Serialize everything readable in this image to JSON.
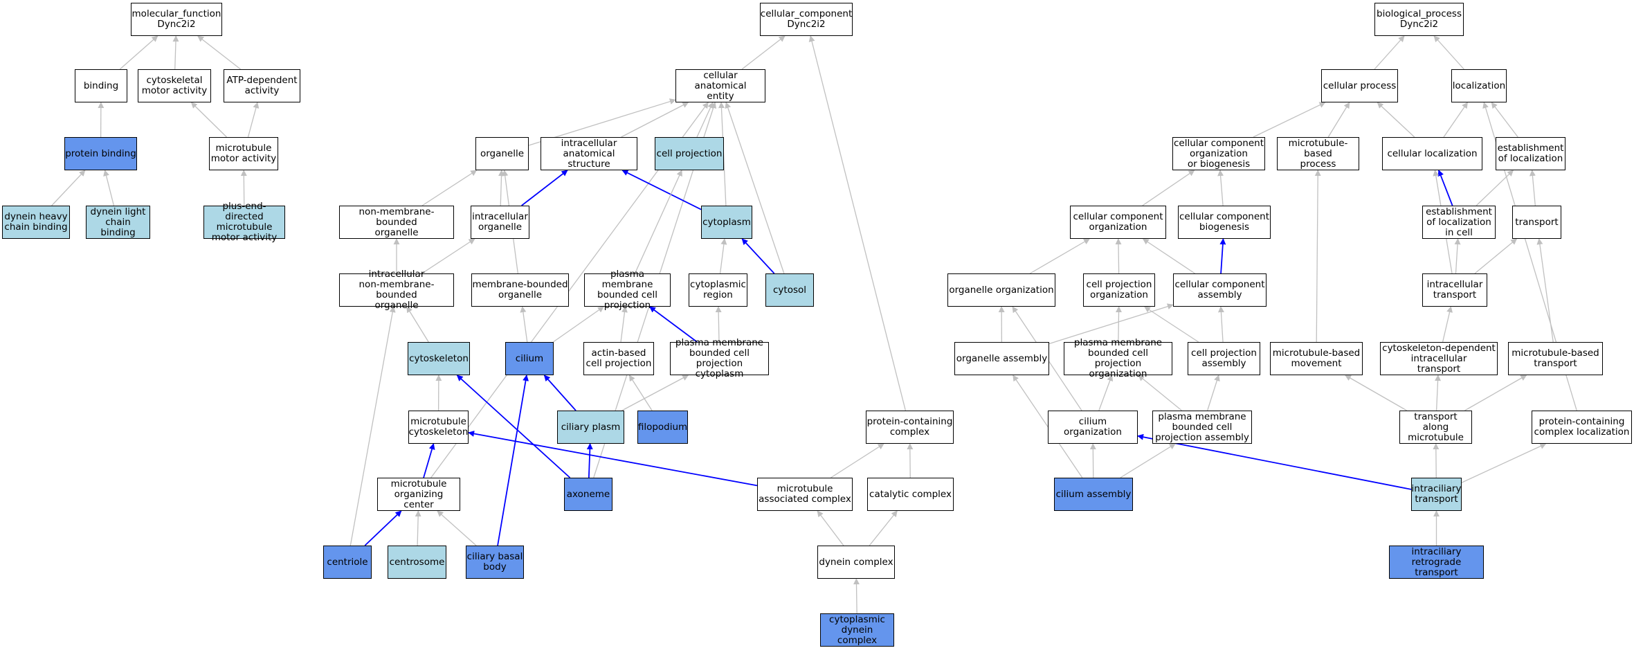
{
  "colors": {
    "plain_fill": "#ffffff",
    "light_fill": "#add8e6",
    "dark_fill": "#6495ed",
    "gray_edge": "#c0c0c0",
    "blue_edge": "#0000ff"
  },
  "nodes": [
    {
      "id": "mf_root",
      "label": "molecular_function\nDync2i2",
      "style": "plain"
    },
    {
      "id": "binding",
      "label": "binding",
      "style": "plain"
    },
    {
      "id": "cytoskeletal_motor",
      "label": "cytoskeletal\nmotor activity",
      "style": "plain"
    },
    {
      "id": "atp_dependent",
      "label": "ATP-dependent\nactivity",
      "style": "plain"
    },
    {
      "id": "protein_binding",
      "label": "protein binding",
      "style": "dark"
    },
    {
      "id": "mt_motor",
      "label": "microtubule\nmotor activity",
      "style": "plain"
    },
    {
      "id": "dynein_heavy",
      "label": "dynein heavy\nchain binding",
      "style": "light"
    },
    {
      "id": "dynein_light",
      "label": "dynein light\nchain binding",
      "style": "light"
    },
    {
      "id": "plus_end",
      "label": "plus-end-directed\nmicrotubule\nmotor activity",
      "style": "light"
    },
    {
      "id": "cc_root",
      "label": "cellular_component\nDync2i2",
      "style": "plain"
    },
    {
      "id": "cae",
      "label": "cellular anatomical\nentity",
      "style": "plain"
    },
    {
      "id": "organelle",
      "label": "organelle",
      "style": "plain"
    },
    {
      "id": "ias",
      "label": "intracellular\nanatomical structure",
      "style": "plain"
    },
    {
      "id": "cell_projection",
      "label": "cell projection",
      "style": "light"
    },
    {
      "id": "nmbo",
      "label": "non-membrane-bounded\norganelle",
      "style": "plain"
    },
    {
      "id": "intra_org",
      "label": "intracellular\norganelle",
      "style": "plain"
    },
    {
      "id": "cytoplasm",
      "label": "cytoplasm",
      "style": "light"
    },
    {
      "id": "inmbo",
      "label": "intracellular\nnon-membrane-bounded\norganelle",
      "style": "plain"
    },
    {
      "id": "mbo",
      "label": "membrane-bounded\norganelle",
      "style": "plain"
    },
    {
      "id": "pmbcp",
      "label": "plasma membrane\nbounded cell\nprojection",
      "style": "plain"
    },
    {
      "id": "cyto_region",
      "label": "cytoplasmic\nregion",
      "style": "plain"
    },
    {
      "id": "cytosol",
      "label": "cytosol",
      "style": "light"
    },
    {
      "id": "cytoskeleton",
      "label": "cytoskeleton",
      "style": "light"
    },
    {
      "id": "cilium",
      "label": "cilium",
      "style": "dark"
    },
    {
      "id": "actin_proj",
      "label": "actin-based\ncell projection",
      "style": "plain"
    },
    {
      "id": "pmbcp_cyto",
      "label": "plasma membrane\nbounded cell\nprojection cytoplasm",
      "style": "plain"
    },
    {
      "id": "mt_cytoskeleton",
      "label": "microtubule\ncytoskeleton",
      "style": "plain"
    },
    {
      "id": "ciliary_plasm",
      "label": "ciliary plasm",
      "style": "light"
    },
    {
      "id": "filopodium",
      "label": "filopodium",
      "style": "dark"
    },
    {
      "id": "protein_complex",
      "label": "protein-containing\ncomplex",
      "style": "plain"
    },
    {
      "id": "mtoc",
      "label": "microtubule\norganizing center",
      "style": "plain"
    },
    {
      "id": "axoneme",
      "label": "axoneme",
      "style": "dark"
    },
    {
      "id": "mt_assoc_complex",
      "label": "microtubule\nassociated complex",
      "style": "plain"
    },
    {
      "id": "catalytic_complex",
      "label": "catalytic complex",
      "style": "plain"
    },
    {
      "id": "centriole",
      "label": "centriole",
      "style": "dark"
    },
    {
      "id": "centrosome",
      "label": "centrosome",
      "style": "light"
    },
    {
      "id": "ciliary_basal",
      "label": "ciliary basal\nbody",
      "style": "dark"
    },
    {
      "id": "dynein_complex",
      "label": "dynein complex",
      "style": "plain"
    },
    {
      "id": "cyto_dynein",
      "label": "cytoplasmic\ndynein complex",
      "style": "dark"
    },
    {
      "id": "bp_root",
      "label": "biological_process\nDync2i2",
      "style": "plain"
    },
    {
      "id": "cellular_process",
      "label": "cellular process",
      "style": "plain"
    },
    {
      "id": "localization",
      "label": "localization",
      "style": "plain"
    },
    {
      "id": "ccob",
      "label": "cellular component\norganization\nor biogenesis",
      "style": "plain"
    },
    {
      "id": "mt_process",
      "label": "microtubule-based\nprocess",
      "style": "plain"
    },
    {
      "id": "cell_loc",
      "label": "cellular localization",
      "style": "plain"
    },
    {
      "id": "est_loc",
      "label": "establishment\nof localization",
      "style": "plain"
    },
    {
      "id": "cco",
      "label": "cellular component\norganization",
      "style": "plain"
    },
    {
      "id": "ccb",
      "label": "cellular component\nbiogenesis",
      "style": "plain"
    },
    {
      "id": "est_loc_cell",
      "label": "establishment\nof localization\nin cell",
      "style": "plain"
    },
    {
      "id": "transport",
      "label": "transport",
      "style": "plain"
    },
    {
      "id": "org_organization",
      "label": "organelle organization",
      "style": "plain"
    },
    {
      "id": "cp_org",
      "label": "cell projection\norganization",
      "style": "plain"
    },
    {
      "id": "cca",
      "label": "cellular component\nassembly",
      "style": "plain"
    },
    {
      "id": "intra_transport",
      "label": "intracellular\ntransport",
      "style": "plain"
    },
    {
      "id": "org_assembly",
      "label": "organelle assembly",
      "style": "plain"
    },
    {
      "id": "pmbcp_org",
      "label": "plasma membrane\nbounded cell\nprojection organization",
      "style": "plain"
    },
    {
      "id": "cp_assembly",
      "label": "cell projection\nassembly",
      "style": "plain"
    },
    {
      "id": "mt_movement",
      "label": "microtubule-based\nmovement",
      "style": "plain"
    },
    {
      "id": "csk_transport",
      "label": "cytoskeleton-dependent\nintracellular\ntransport",
      "style": "plain"
    },
    {
      "id": "mt_transport",
      "label": "microtubule-based\ntransport",
      "style": "plain"
    },
    {
      "id": "cilium_org",
      "label": "cilium organization",
      "style": "plain"
    },
    {
      "id": "pmbcp_assembly",
      "label": "plasma membrane\nbounded cell\nprojection assembly",
      "style": "plain"
    },
    {
      "id": "transport_along_mt",
      "label": "transport along\nmicrotubule",
      "style": "plain"
    },
    {
      "id": "pc_localization",
      "label": "protein-containing\ncomplex localization",
      "style": "plain"
    },
    {
      "id": "cilium_assembly",
      "label": "cilium assembly",
      "style": "dark"
    },
    {
      "id": "ift",
      "label": "intraciliary\ntransport",
      "style": "light"
    },
    {
      "id": "ift_retro",
      "label": "intraciliary\nretrograde transport",
      "style": "dark"
    }
  ],
  "edges": [
    [
      "binding",
      "mf_root",
      "gray"
    ],
    [
      "cytoskeletal_motor",
      "mf_root",
      "gray"
    ],
    [
      "atp_dependent",
      "mf_root",
      "gray"
    ],
    [
      "protein_binding",
      "binding",
      "gray"
    ],
    [
      "mt_motor",
      "cytoskeletal_motor",
      "gray"
    ],
    [
      "mt_motor",
      "atp_dependent",
      "gray"
    ],
    [
      "dynein_heavy",
      "protein_binding",
      "gray"
    ],
    [
      "dynein_light",
      "protein_binding",
      "gray"
    ],
    [
      "plus_end",
      "mt_motor",
      "gray"
    ],
    [
      "cae",
      "cc_root",
      "gray"
    ],
    [
      "protein_complex",
      "cc_root",
      "gray"
    ],
    [
      "organelle",
      "cae",
      "gray"
    ],
    [
      "ias",
      "cae",
      "gray"
    ],
    [
      "cell_projection",
      "cae",
      "gray"
    ],
    [
      "cytoplasm",
      "cae",
      "gray"
    ],
    [
      "cytosol",
      "cae",
      "gray"
    ],
    [
      "axoneme",
      "cae",
      "gray"
    ],
    [
      "mtoc",
      "cae",
      "gray"
    ],
    [
      "nmbo",
      "organelle",
      "gray"
    ],
    [
      "intra_org",
      "organelle",
      "gray"
    ],
    [
      "mbo",
      "organelle",
      "gray"
    ],
    [
      "intra_org",
      "ias",
      "blue"
    ],
    [
      "cytoplasm",
      "ias",
      "blue"
    ],
    [
      "cytosol",
      "cytoplasm",
      "blue"
    ],
    [
      "inmbo",
      "nmbo",
      "gray"
    ],
    [
      "inmbo",
      "intra_org",
      "gray"
    ],
    [
      "pmbcp",
      "cell_projection",
      "gray"
    ],
    [
      "cyto_region",
      "cytoplasm",
      "gray"
    ],
    [
      "cytoskeleton",
      "inmbo",
      "gray"
    ],
    [
      "centriole",
      "inmbo",
      "gray"
    ],
    [
      "cilium",
      "mbo",
      "gray"
    ],
    [
      "cilium",
      "pmbcp",
      "gray"
    ],
    [
      "actin_proj",
      "pmbcp",
      "gray"
    ],
    [
      "pmbcp_cyto",
      "pmbcp",
      "blue"
    ],
    [
      "pmbcp_cyto",
      "cyto_region",
      "gray"
    ],
    [
      "mt_cytoskeleton",
      "cytoskeleton",
      "gray"
    ],
    [
      "axoneme",
      "cytoskeleton",
      "blue"
    ],
    [
      "ciliary_plasm",
      "cilium",
      "blue"
    ],
    [
      "ciliary_basal",
      "cilium",
      "blue"
    ],
    [
      "ciliary_plasm",
      "pmbcp_cyto",
      "gray"
    ],
    [
      "filopodium",
      "actin_proj",
      "gray"
    ],
    [
      "axoneme",
      "ciliary_plasm",
      "blue"
    ],
    [
      "mtoc",
      "mt_cytoskeleton",
      "blue"
    ],
    [
      "mt_assoc_complex",
      "mt_cytoskeleton",
      "blue"
    ],
    [
      "mt_assoc_complex",
      "protein_complex",
      "gray"
    ],
    [
      "catalytic_complex",
      "protein_complex",
      "gray"
    ],
    [
      "centriole",
      "mtoc",
      "blue"
    ],
    [
      "centrosome",
      "mtoc",
      "gray"
    ],
    [
      "ciliary_basal",
      "mtoc",
      "gray"
    ],
    [
      "dynein_complex",
      "mt_assoc_complex",
      "gray"
    ],
    [
      "dynein_complex",
      "catalytic_complex",
      "gray"
    ],
    [
      "cyto_dynein",
      "dynein_complex",
      "gray"
    ],
    [
      "cellular_process",
      "bp_root",
      "gray"
    ],
    [
      "localization",
      "bp_root",
      "gray"
    ],
    [
      "ccob",
      "cellular_process",
      "gray"
    ],
    [
      "mt_process",
      "cellular_process",
      "gray"
    ],
    [
      "cell_loc",
      "cellular_process",
      "gray"
    ],
    [
      "cell_loc",
      "localization",
      "gray"
    ],
    [
      "est_loc",
      "localization",
      "gray"
    ],
    [
      "pc_localization",
      "localization",
      "gray"
    ],
    [
      "cco",
      "ccob",
      "gray"
    ],
    [
      "ccb",
      "ccob",
      "gray"
    ],
    [
      "est_loc_cell",
      "cell_loc",
      "blue"
    ],
    [
      "est_loc_cell",
      "est_loc",
      "gray"
    ],
    [
      "transport",
      "est_loc",
      "gray"
    ],
    [
      "intra_transport",
      "cell_loc",
      "gray"
    ],
    [
      "org_organization",
      "cco",
      "gray"
    ],
    [
      "cp_org",
      "cco",
      "gray"
    ],
    [
      "cca",
      "cco",
      "gray"
    ],
    [
      "cca",
      "ccb",
      "blue"
    ],
    [
      "intra_transport",
      "est_loc_cell",
      "gray"
    ],
    [
      "intra_transport",
      "transport",
      "gray"
    ],
    [
      "mt_transport",
      "transport",
      "gray"
    ],
    [
      "org_assembly",
      "org_organization",
      "gray"
    ],
    [
      "cilium_org",
      "org_organization",
      "gray"
    ],
    [
      "org_assembly",
      "cca",
      "gray"
    ],
    [
      "cp_assembly",
      "cca",
      "gray"
    ],
    [
      "pmbcp_org",
      "cp_org",
      "gray"
    ],
    [
      "cp_assembly",
      "cp_org",
      "gray"
    ],
    [
      "mt_movement",
      "mt_process",
      "gray"
    ],
    [
      "csk_transport",
      "intra_transport",
      "gray"
    ],
    [
      "cilium_org",
      "pmbcp_org",
      "gray"
    ],
    [
      "pmbcp_assembly",
      "pmbcp_org",
      "gray"
    ],
    [
      "pmbcp_assembly",
      "cp_assembly",
      "gray"
    ],
    [
      "transport_along_mt",
      "mt_movement",
      "gray"
    ],
    [
      "transport_along_mt",
      "csk_transport",
      "gray"
    ],
    [
      "transport_along_mt",
      "mt_transport",
      "gray"
    ],
    [
      "cilium_assembly",
      "org_assembly",
      "gray"
    ],
    [
      "cilium_assembly",
      "cilium_org",
      "gray"
    ],
    [
      "cilium_assembly",
      "pmbcp_assembly",
      "gray"
    ],
    [
      "ift",
      "transport_along_mt",
      "gray"
    ],
    [
      "ift",
      "pc_localization",
      "gray"
    ],
    [
      "ift",
      "cilium_org",
      "blue"
    ],
    [
      "ift_retro",
      "ift",
      "gray"
    ]
  ]
}
